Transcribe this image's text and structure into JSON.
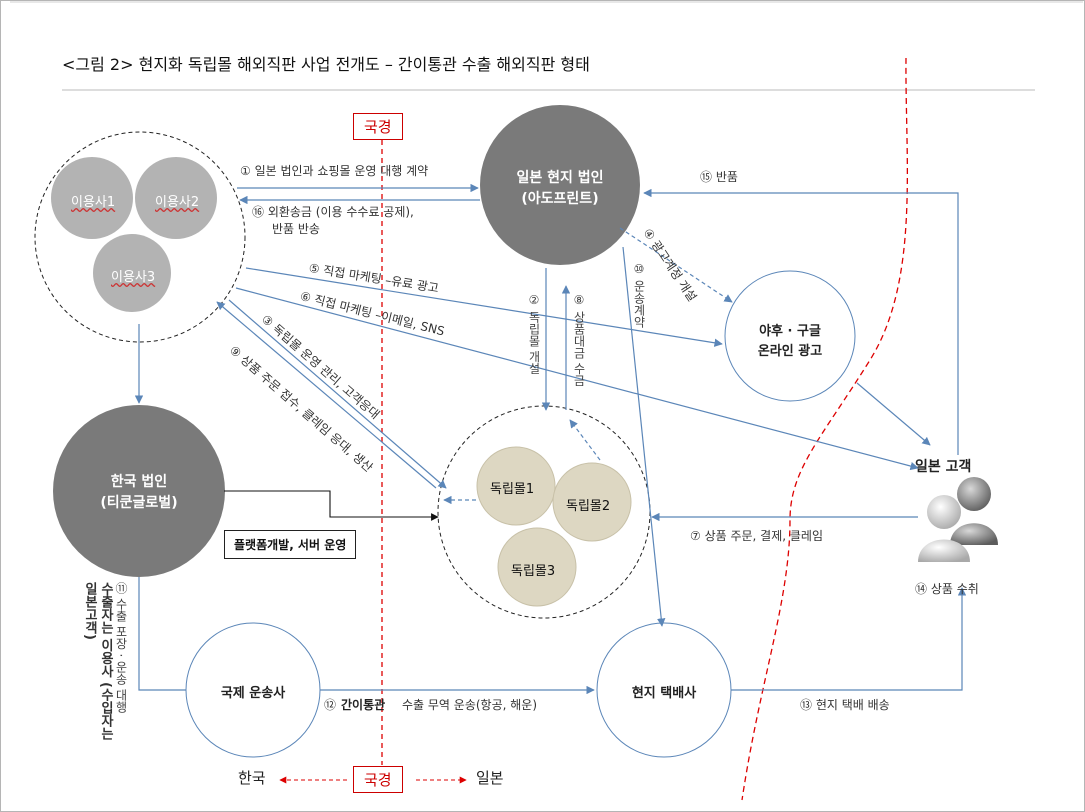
{
  "title": "<그림 2> 현지화 독립몰 해외직판 사업 전개도 – 간이통관 수출 해외직판 형태",
  "border": {
    "label_top": "국경",
    "label_bottom": "국경",
    "left": "한국",
    "right": "일본"
  },
  "nodes": {
    "japan_corp": {
      "line1": "일본 현지 법인",
      "line2": "(아도프린트)"
    },
    "korea_corp": {
      "line1": "한국 법인",
      "line2": "(티쿤글로벌)"
    },
    "ads": {
      "line1": "야후 · 구글",
      "line2": "온라인 광고"
    },
    "intl_shipper": "국제 운송사",
    "local_courier": "현지 택배사",
    "japan_customer": "일본 고객",
    "users": [
      "이용사1",
      "이용사2",
      "이용사3"
    ],
    "malls": [
      "독립몰1",
      "독립몰2",
      "독립몰3"
    ]
  },
  "platform_box": "플랫폼개발, 서버 운영",
  "arrows": {
    "a1": "① 일본 법인과 쇼핑몰 운영 대행 계약",
    "a16a": "⑯ 외환송금 (이용 수수료 공제),",
    "a16b": "반품 반송",
    "a15": "⑮ 반품",
    "a5": "⑤ 직접 마케팅 –유료 광고",
    "a6": "⑥ 직접 마케팅 –이메일, SNS",
    "a3": "③ 독립몰 운영 관리, 고객응대",
    "a9": "⑨ 상품 주문 접수, 클레임 응대, 생산",
    "a2": "② 독립몰 개설",
    "a8": "⑧ 상품대금 수금",
    "a10": "⑩ 운송계약",
    "a4": "④ 광고계정 개설",
    "a7": "⑦ 상품 주문, 결제, 클레임",
    "a14": "⑭ 상품 수취",
    "a11a": "⑪ 수출 포장 · 운송 대행",
    "a11b": "수출자는 이용사 (수입자는",
    "a11c": "일본고객)",
    "a12a": "⑫",
    "a12b": "간이통관",
    "a12c": "수출 무역 운송(항공, 해운)",
    "a13": "⑬ 현지 택배  배송"
  },
  "colors": {
    "arrow": "#5b86b8",
    "dark_node": "#7a7a7a",
    "grey_node": "#b3b3b3",
    "mall": "#ddd7c2",
    "border": "#d00000"
  }
}
